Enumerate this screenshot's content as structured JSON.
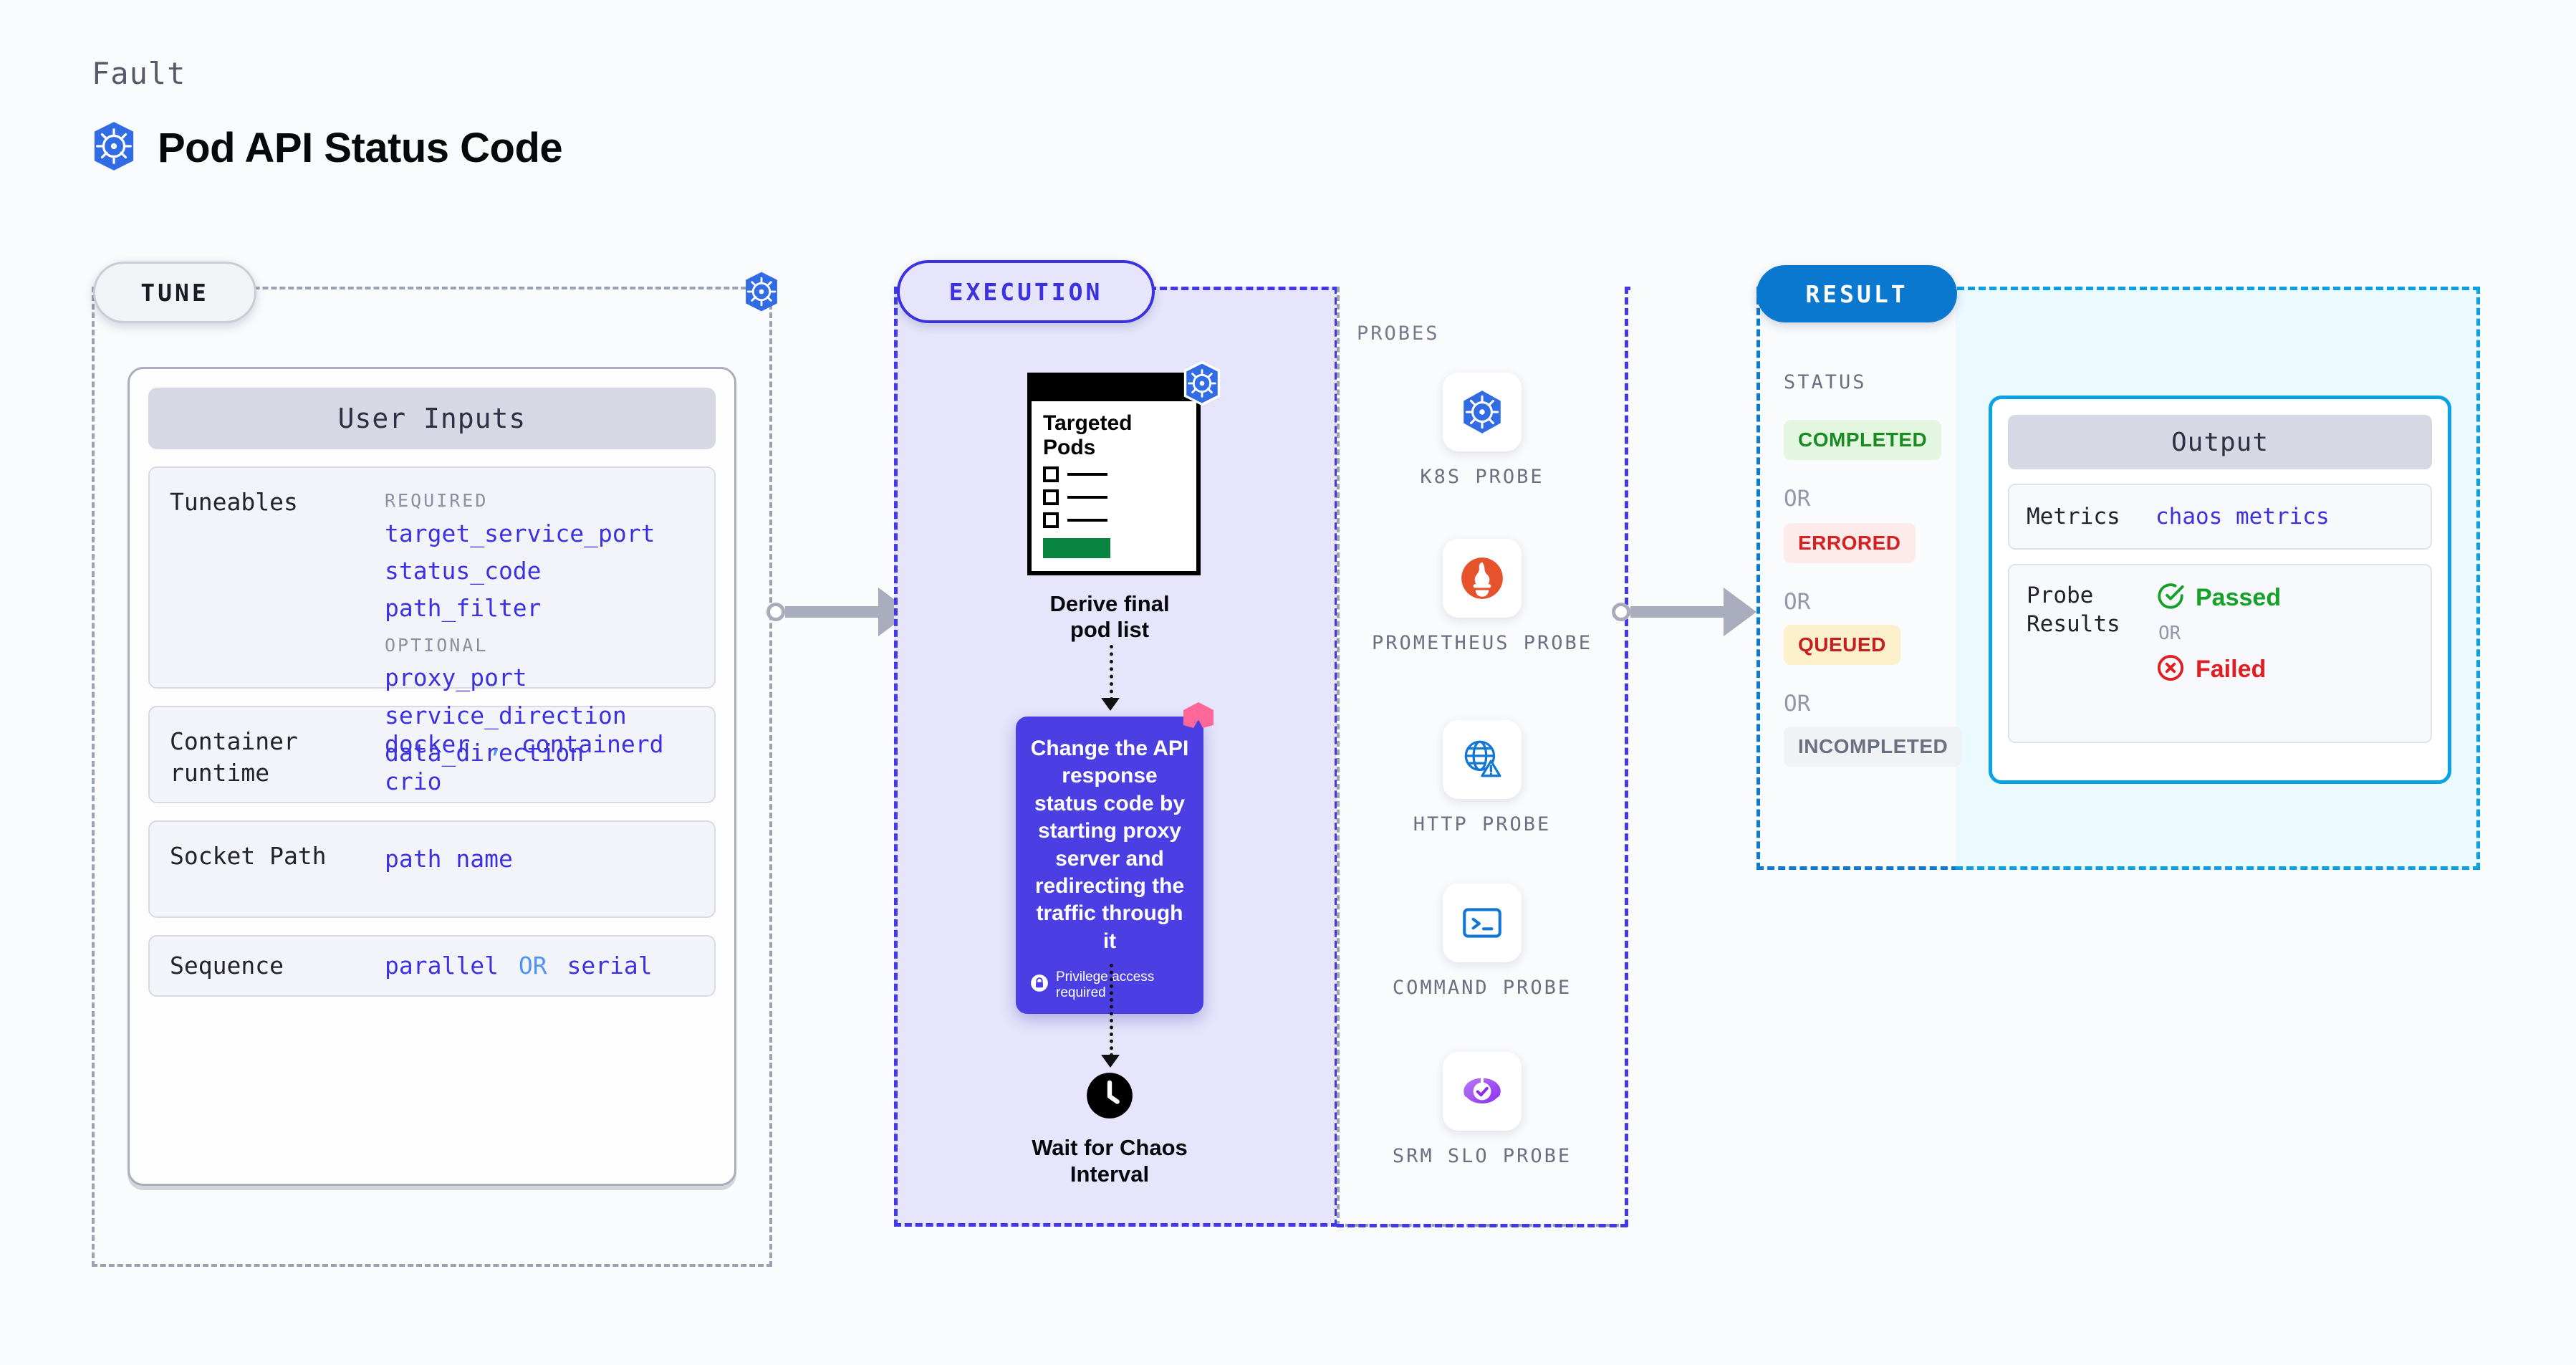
{
  "header": {
    "eyebrow": "Fault",
    "title": "Pod API Status Code",
    "logo_icon": "kubernetes-icon"
  },
  "tune": {
    "pill_label": "TUNE",
    "badge_icon": "kubernetes-icon",
    "card_title": "User Inputs",
    "rows": [
      {
        "key": "Tuneables",
        "groups": [
          {
            "label": "REQUIRED",
            "values": [
              "target_service_port",
              "status_code",
              "path_filter"
            ]
          },
          {
            "label": "OPTIONAL",
            "values": [
              "proxy_port",
              "service_direction",
              "data_direction"
            ]
          }
        ]
      },
      {
        "key": "Container runtime",
        "values": [
          "docker",
          ",",
          "containerd",
          "crio"
        ]
      },
      {
        "key": "Socket Path",
        "values": [
          "path name"
        ]
      },
      {
        "key": "Sequence",
        "values": [
          "parallel",
          "OR",
          "serial"
        ]
      }
    ]
  },
  "execution": {
    "pill_label": "EXECUTION",
    "pods_card": {
      "title": "Targeted Pods",
      "badge_icon": "kubernetes-icon",
      "checklist_rows": 3,
      "caption": "Derive final pod list"
    },
    "action_card": {
      "text": "Change the API response status code by starting proxy server and redirecting the traffic through it",
      "privilege_note": "Privilege access required",
      "privilege_icon": "lock-icon",
      "corner_icon": "litmus-icon",
      "background": "#4b3fe4"
    },
    "wait_step": {
      "icon": "clock-icon",
      "caption": "Wait for Chaos Interval"
    }
  },
  "probes": {
    "title": "PROBES",
    "items": [
      {
        "label": "K8S PROBE",
        "icon": "kubernetes-icon"
      },
      {
        "label": "PROMETHEUS PROBE",
        "icon": "prometheus-icon"
      },
      {
        "label": "HTTP PROBE",
        "icon": "http-globe-warning-icon"
      },
      {
        "label": "COMMAND PROBE",
        "icon": "terminal-icon"
      },
      {
        "label": "SRM SLO PROBE",
        "icon": "srm-slo-icon"
      }
    ]
  },
  "result": {
    "pill_label": "RESULT",
    "status_title": "STATUS",
    "or_label": "OR",
    "statuses": [
      {
        "label": "COMPLETED",
        "color": "#1a8a23",
        "background": "#e3f7e0"
      },
      {
        "label": "ERRORED",
        "color": "#d32121",
        "background": "#fdeaea"
      },
      {
        "label": "QUEUED",
        "color": "#c61f1f",
        "background": "#fcf0cd"
      },
      {
        "label": "INCOMPLETED",
        "color": "#6a7082",
        "background": "#f1f2f6"
      }
    ],
    "output": {
      "title": "Output",
      "rows": [
        {
          "key": "Metrics",
          "value": "chaos metrics"
        },
        {
          "key": "Probe Results",
          "passed": "Passed",
          "failed": "Failed",
          "or_label": "OR",
          "passed_icon": "check-circle-icon",
          "failed_icon": "x-circle-icon"
        }
      ]
    }
  },
  "colors": {
    "kubernetes_blue": "#326ce5",
    "execution_purple": "#3b31e0",
    "result_blue": "#0b78d0",
    "output_cyan": "#0aa2e4",
    "accent_pink": "#ff6699"
  }
}
